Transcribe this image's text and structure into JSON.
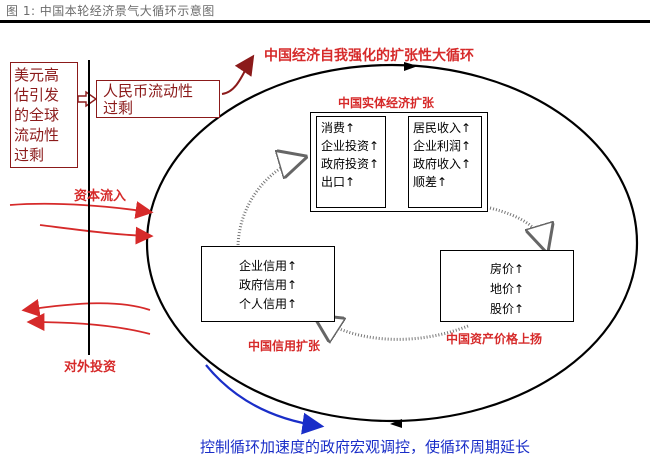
{
  "title": "图 1:  中国本轮经济景气大循环示意图",
  "labels": {
    "self_reinforcing": "中国经济自我强化的扩张性大循环",
    "real_economy": "中国实体经济扩张",
    "capital_inflow": "资本流入",
    "outward_investment": "对外投资",
    "credit_expansion": "中国信用扩张",
    "asset_price": "中国资产价格上扬",
    "policy_control": "控制循环加速度的政府宏观调控，使循环周期延长"
  },
  "boxes": {
    "usd_lines": [
      "美元高",
      "估引发",
      "的全球",
      "流动性",
      "过剩"
    ],
    "rmb_lines": [
      "人民币流动性",
      "过剩"
    ],
    "demand": [
      "消费↑",
      "企业投资↑",
      "政府投资↑",
      "出口↑"
    ],
    "income": [
      "居民收入↑",
      "企业利润↑",
      "政府收入↑",
      "顺差↑"
    ],
    "credit": [
      "企业信用↑",
      "政府信用↑",
      "个人信用↑"
    ],
    "assets": [
      "房价↑",
      "地价↑",
      "股价↑"
    ]
  },
  "colors": {
    "accent_red": "#d62a2a",
    "dark_red": "#8b1a1a",
    "policy_blue": "#1a2ec8"
  }
}
